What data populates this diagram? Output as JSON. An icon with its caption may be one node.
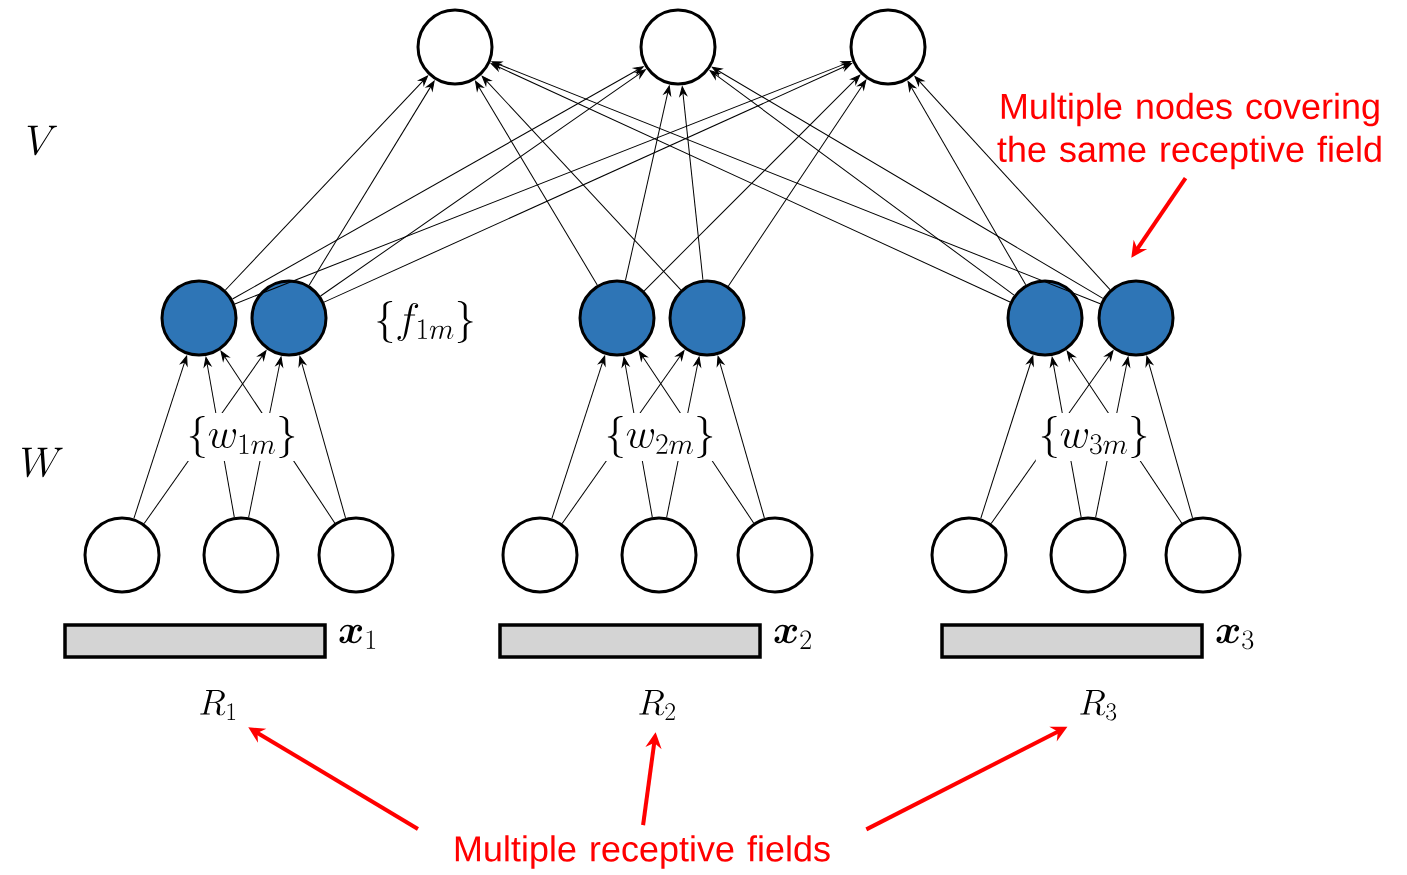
{
  "diagram": {
    "nodes": [
      {
        "text": [],
        "shape": "circle"
      },
      {
        "text": [],
        "shape": "circle"
      },
      {
        "text": [],
        "shape": "circle"
      },
      {
        "text": [],
        "shape": "circle"
      },
      {
        "text": [],
        "shape": "circle"
      },
      {
        "text": [],
        "shape": "circle"
      },
      {
        "text": [],
        "shape": "circle"
      },
      {
        "text": [],
        "shape": "circle"
      },
      {
        "text": [],
        "shape": "circle"
      },
      {
        "text": [],
        "shape": "circle"
      },
      {
        "text": [],
        "shape": "circle"
      },
      {
        "text": [],
        "shape": "circle"
      },
      {
        "text": [],
        "shape": "circle"
      },
      {
        "text": [],
        "shape": "circle"
      },
      {
        "text": [],
        "shape": "circle"
      },
      {
        "text": [],
        "shape": "circle"
      },
      {
        "text": [],
        "shape": "circle"
      },
      {
        "text": [],
        "shape": "circle"
      },
      {
        "text": [],
        "shape": "bar",
        "beside": [
          "\\boldsymbol{x}_1"
        ]
      },
      {
        "text": [],
        "shape": "bar",
        "beside": [
          "\\boldsymbol{x}_2"
        ]
      },
      {
        "text": [],
        "shape": "bar",
        "beside": [
          "\\boldsymbol{x}_3"
        ]
      },
      {
        "text": [
          "R_1"
        ]
      },
      {
        "text": [
          "R_2"
        ]
      },
      {
        "text": [
          "R_3"
        ]
      },
      {
        "text": [
          "Multiple nodes covering the same receptive field"
        ]
      },
      {
        "text": [
          "Multiple receptive fields"
        ]
      }
    ],
    "edges": [
      {
        "from": 3,
        "to": 0,
        "arrow": "to"
      },
      {
        "from": 3,
        "to": 1,
        "arrow": "to"
      },
      {
        "from": 3,
        "to": 2,
        "arrow": "to"
      },
      {
        "from": 4,
        "to": 0,
        "arrow": "to"
      },
      {
        "from": 4,
        "to": 1,
        "arrow": "to"
      },
      {
        "from": 4,
        "to": 2,
        "arrow": "to"
      },
      {
        "from": 5,
        "to": 0,
        "arrow": "to"
      },
      {
        "from": 5,
        "to": 1,
        "arrow": "to"
      },
      {
        "from": 5,
        "to": 2,
        "arrow": "to"
      },
      {
        "from": 6,
        "to": 0,
        "arrow": "to"
      },
      {
        "from": 6,
        "to": 1,
        "arrow": "to"
      },
      {
        "from": 6,
        "to": 2,
        "arrow": "to"
      },
      {
        "from": 7,
        "to": 0,
        "arrow": "to"
      },
      {
        "from": 7,
        "to": 1,
        "arrow": "to"
      },
      {
        "from": 7,
        "to": 2,
        "arrow": "to"
      },
      {
        "from": 8,
        "to": 0,
        "arrow": "to"
      },
      {
        "from": 8,
        "to": 1,
        "arrow": "to"
      },
      {
        "from": 8,
        "to": 2,
        "arrow": "to"
      },
      {
        "from": 9,
        "to": 3,
        "arrow": "to"
      },
      {
        "from": 9,
        "to": 4,
        "arrow": "to"
      },
      {
        "from": 10,
        "to": 3,
        "arrow": "to"
      },
      {
        "from": 10,
        "to": 4,
        "arrow": "to"
      },
      {
        "from": 11,
        "to": 3,
        "arrow": "to"
      },
      {
        "from": 11,
        "to": 4,
        "arrow": "to"
      },
      {
        "from": 12,
        "to": 5,
        "arrow": "to"
      },
      {
        "from": 12,
        "to": 6,
        "arrow": "to"
      },
      {
        "from": 13,
        "to": 5,
        "arrow": "to"
      },
      {
        "from": 13,
        "to": 6,
        "arrow": "to"
      },
      {
        "from": 14,
        "to": 5,
        "arrow": "to"
      },
      {
        "from": 14,
        "to": 6,
        "arrow": "to"
      },
      {
        "from": 15,
        "to": 7,
        "arrow": "to"
      },
      {
        "from": 15,
        "to": 8,
        "arrow": "to"
      },
      {
        "from": 16,
        "to": 7,
        "arrow": "to"
      },
      {
        "from": 16,
        "to": 8,
        "arrow": "to"
      },
      {
        "from": 17,
        "to": 7,
        "arrow": "to"
      },
      {
        "from": 17,
        "to": 8,
        "arrow": "to"
      },
      {
        "from": 24,
        "to": 8,
        "arrow": "to",
        "style": "thick",
        "color": "#ff0000"
      },
      {
        "from": 25,
        "to": 21,
        "arrow": "to",
        "style": "thick",
        "color": "#ff0000"
      },
      {
        "from": 25,
        "to": 22,
        "arrow": "to",
        "style": "thick",
        "color": "#ff0000"
      },
      {
        "from": 25,
        "to": 23,
        "arrow": "to",
        "style": "thick",
        "color": "#ff0000"
      }
    ],
    "labels": [
      "V",
      "\\{f_{1m}\\}",
      "W",
      "\\{w_{1m}\\}",
      "\\{w_{2m}\\}",
      "\\{w_{3m}\\}"
    ]
  }
}
